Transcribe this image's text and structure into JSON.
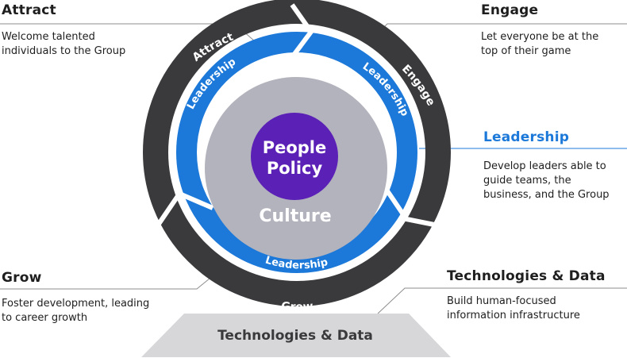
{
  "colors": {
    "outer_ring": "#3a3a3c",
    "leadership_ring": "#1c79d9",
    "culture_circle": "#b3b3bd",
    "people_circle": "#5b21b6",
    "base": "#d7d7d9",
    "connector": "#8c8c8c",
    "leadership_accent": "#1c79d9"
  },
  "left": {
    "attract": {
      "title": "Attract",
      "desc": [
        "Welcome talented",
        "individuals to the Group"
      ]
    },
    "grow": {
      "title": "Grow",
      "desc": [
        "Foster development, leading",
        "to career growth"
      ]
    }
  },
  "right": {
    "engage": {
      "title": "Engage",
      "desc": [
        "Let everyone be at the",
        "top of their game"
      ]
    },
    "leadership": {
      "title": "Leadership",
      "desc": [
        "Develop leaders able to",
        "guide teams, the",
        "business, and the Group"
      ]
    },
    "tech": {
      "title": "Technologies & Data",
      "desc": [
        "Build human-focused",
        "information infrastructure"
      ]
    }
  },
  "diagram": {
    "ring_attract": "Attract",
    "ring_engage": "Engage",
    "ring_grow": "Grow",
    "lead_top_left": "Leadership",
    "lead_top_right": "Leadership",
    "lead_bottom": "Leadership",
    "people_line1": "People",
    "people_line2": "Policy",
    "culture": "Culture",
    "base_label": "Technologies & Data"
  }
}
